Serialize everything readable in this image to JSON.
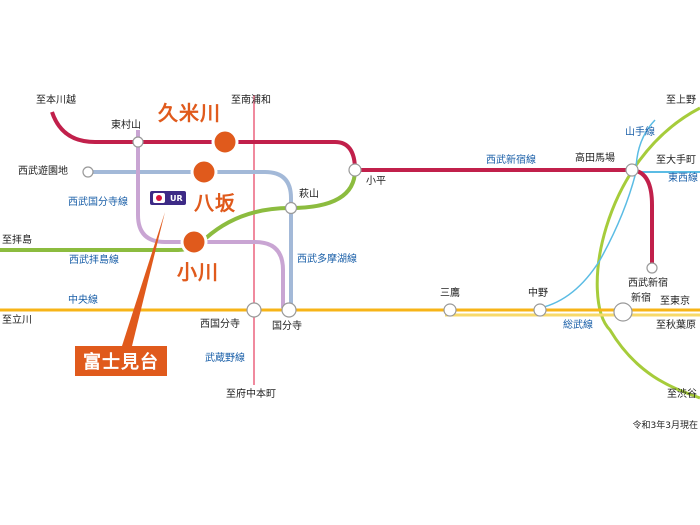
{
  "colors": {
    "seibu_shinjuku": "#c1204b",
    "chuo": "#f7b417",
    "sobu": "#f7d96a",
    "yamanote": "#a6cc3b",
    "musashino": "#f08a9e",
    "kokubunji": "#c9a5d3",
    "tamako": "#a3b9d8",
    "haijima": "#8cbc3f",
    "highlight": "#e05a1c",
    "line_text": "#1a5fa8"
  },
  "stations": {
    "kumegawa": "久米川",
    "hachisaka": "八坂",
    "ogawa": "小川",
    "higashimurayama": "東村山",
    "seibuyuenchi": "西武遊園地",
    "hagiyama": "萩山",
    "kodaira": "小平",
    "takadanobaba": "高田馬場",
    "seibushinjuku": "西武新宿",
    "mitaka": "三鷹",
    "nakano": "中野",
    "shinjuku": "新宿",
    "nishikokubunji": "西国分寺",
    "kokubunji": "国分寺"
  },
  "destinations": {
    "honkawagoe": "至本川越",
    "minamiurawa": "至南浦和",
    "haijima": "至拝島",
    "tachikawa": "至立川",
    "fuchuhommachi": "至府中本町",
    "ueno": "至上野",
    "otemachi": "至大手町",
    "tokyo": "至東京",
    "akihabara": "至秋葉原",
    "shibuya": "至渋谷"
  },
  "lines": {
    "seibu_shinjuku": "西武新宿線",
    "seibu_kokubunji": "西武国分寺線",
    "seibu_haijima": "西武拝島線",
    "seibu_tamako": "西武多摩湖線",
    "chuo": "中央線",
    "musashino": "武蔵野線",
    "sobu": "総武線",
    "yamanote": "山手線",
    "tozai": "東西線"
  },
  "callout": "富士見台",
  "logo_text": "UR",
  "note": "令和3年3月現在"
}
